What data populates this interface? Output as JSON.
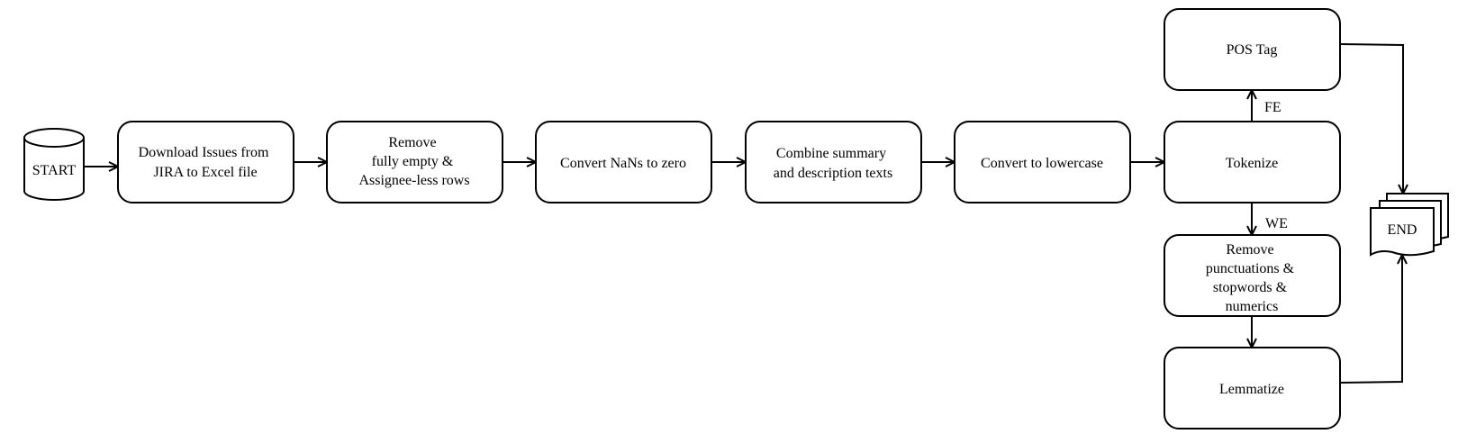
{
  "diagram": {
    "start": {
      "label": "START"
    },
    "end": {
      "label": "END"
    },
    "steps": {
      "download": {
        "lines": [
          "Download Issues from",
          "JIRA to Excel file"
        ]
      },
      "remove_empty": {
        "lines": [
          "Remove",
          "fully empty &",
          "Assignee-less rows"
        ]
      },
      "convert_nans": {
        "lines": [
          "Convert NaNs to zero"
        ]
      },
      "combine": {
        "lines": [
          "Combine summary",
          "and description texts"
        ]
      },
      "lowercase": {
        "lines": [
          "Convert to lowercase"
        ]
      },
      "tokenize": {
        "lines": [
          "Tokenize"
        ]
      },
      "pos_tag": {
        "lines": [
          "POS Tag"
        ]
      },
      "remove_punct": {
        "lines": [
          "Remove",
          "punctuations &",
          "stopwords &",
          "numerics"
        ]
      },
      "lemmatize": {
        "lines": [
          "Lemmatize"
        ]
      }
    },
    "edge_labels": {
      "fe": "FE",
      "we": "WE"
    }
  }
}
